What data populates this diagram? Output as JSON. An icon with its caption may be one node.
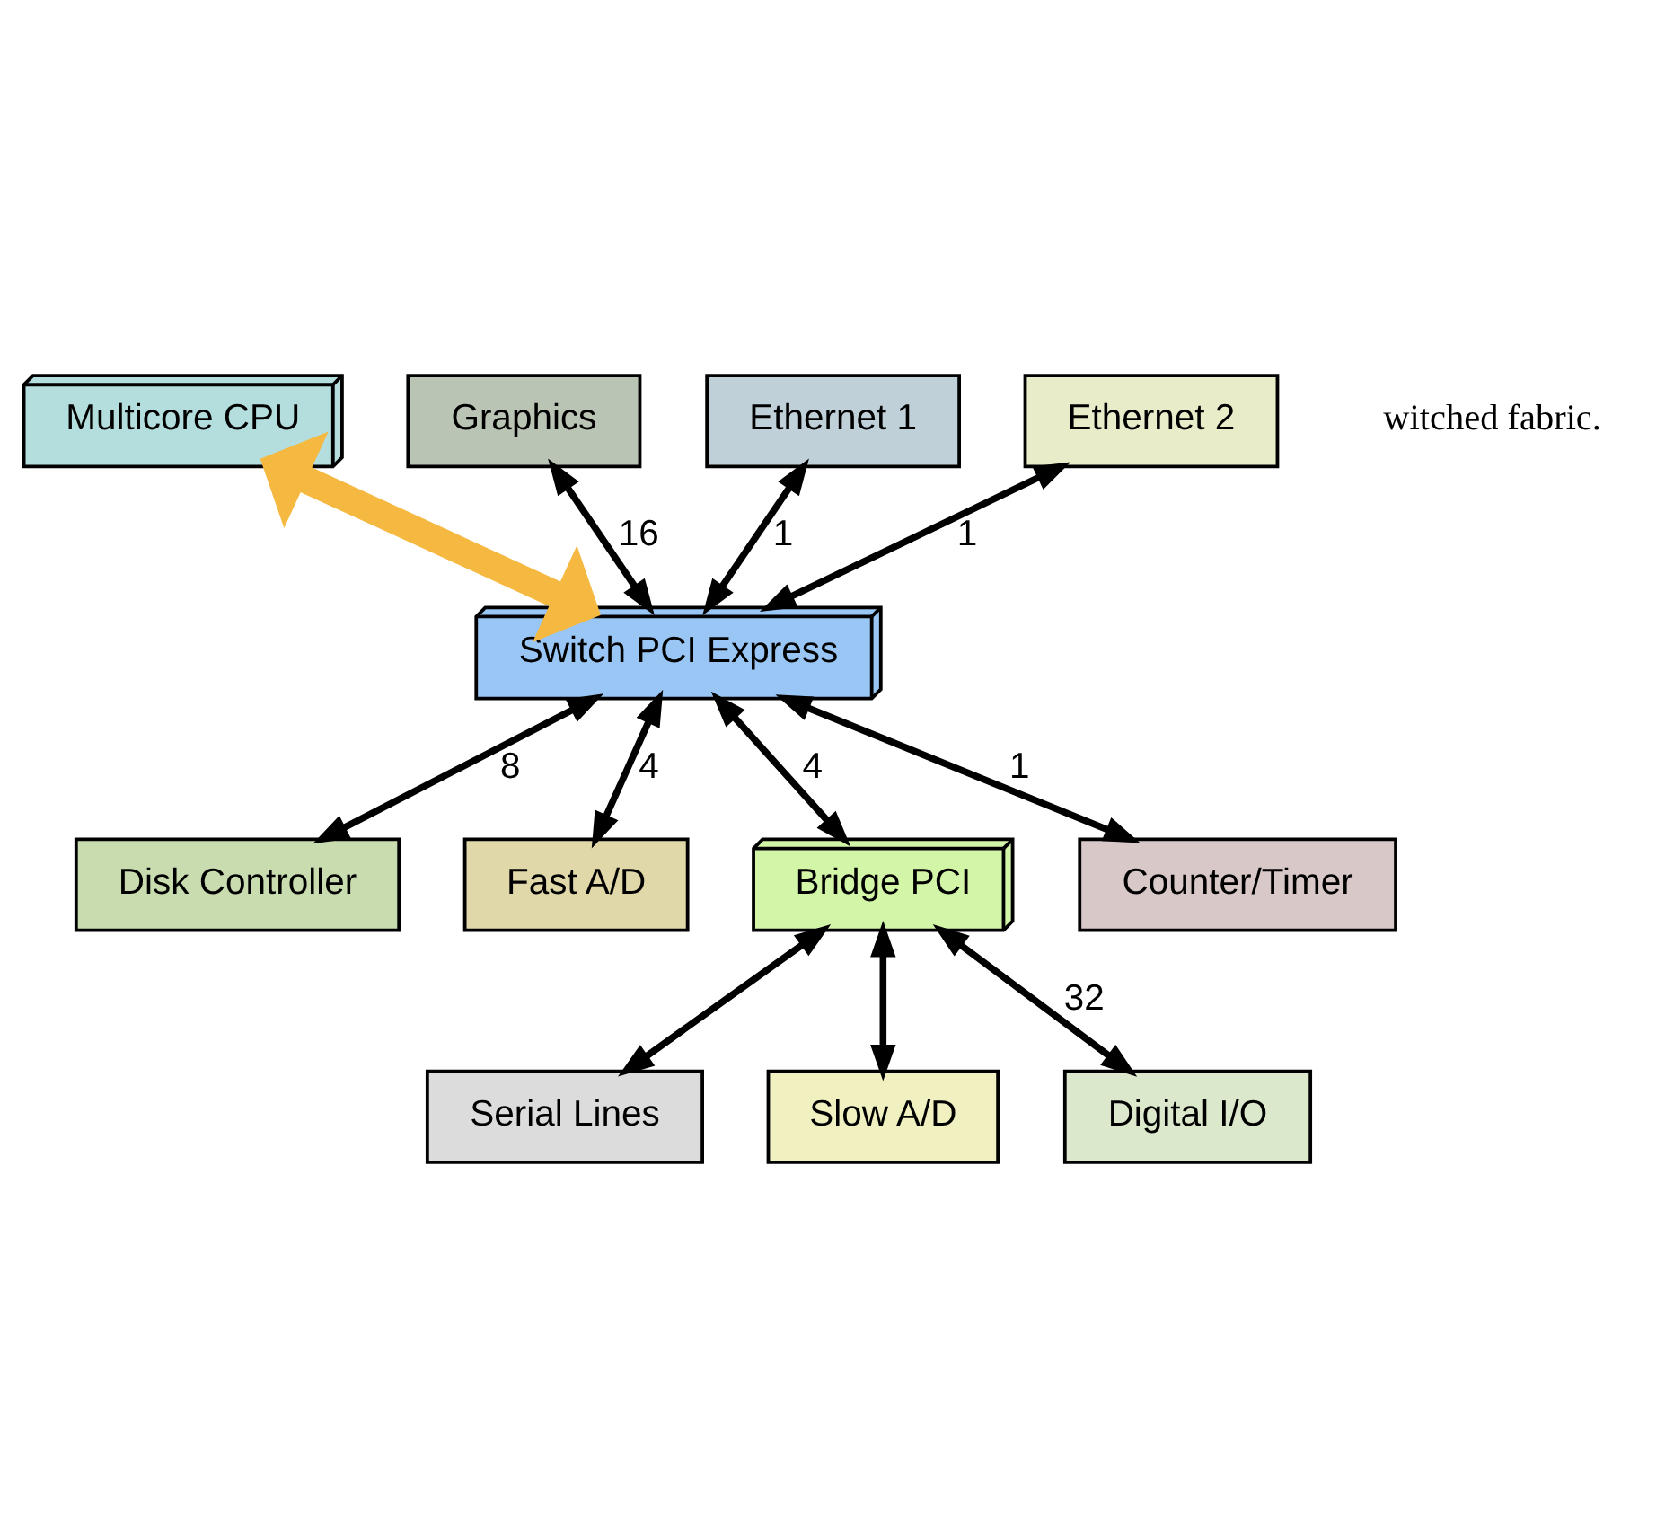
{
  "diagram": {
    "nodes": [
      {
        "text": [
          "Multicore CPU"
        ]
      },
      {
        "text": [
          "Graphics"
        ]
      },
      {
        "text": [
          "Switch PCI Express"
        ]
      },
      {
        "text": [
          "Disk Controller"
        ]
      },
      {
        "text": [
          "Ethernet 1"
        ]
      },
      {
        "text": [
          "Fast A/D"
        ]
      },
      {
        "text": [
          "Ethernet 2"
        ]
      },
      {
        "text": [
          "Bridge PCI"
        ]
      },
      {
        "text": [
          "Counter/Timer"
        ]
      },
      {
        "text": [
          "Serial Lines"
        ]
      },
      {
        "text": [
          "Slow A/D"
        ]
      },
      {
        "text": [
          "Digital I/O"
        ]
      }
    ],
    "edges": [
      {
        "from": 0,
        "to": 2,
        "arrow": "both",
        "style": "thick",
        "color": "#f5b942"
      },
      {
        "from": 1,
        "to": 2,
        "arrow": "both",
        "label": "16"
      },
      {
        "from": 2,
        "to": 3,
        "arrow": "both",
        "label": "8"
      },
      {
        "from": 4,
        "to": 2,
        "arrow": "both",
        "label": "1"
      },
      {
        "from": 2,
        "to": 5,
        "arrow": "both",
        "label": "4"
      },
      {
        "from": 6,
        "to": 2,
        "arrow": "both",
        "label": "1"
      },
      {
        "from": 2,
        "to": 7,
        "arrow": "both",
        "label": "4"
      },
      {
        "from": 2,
        "to": 8,
        "arrow": "both",
        "label": "1"
      },
      {
        "from": 7,
        "to": 9,
        "arrow": "both"
      },
      {
        "from": 7,
        "to": 10,
        "arrow": "both"
      },
      {
        "from": 7,
        "to": 11,
        "arrow": "both",
        "label": "32"
      }
    ],
    "labels": [
      "witched fabric."
    ]
  }
}
